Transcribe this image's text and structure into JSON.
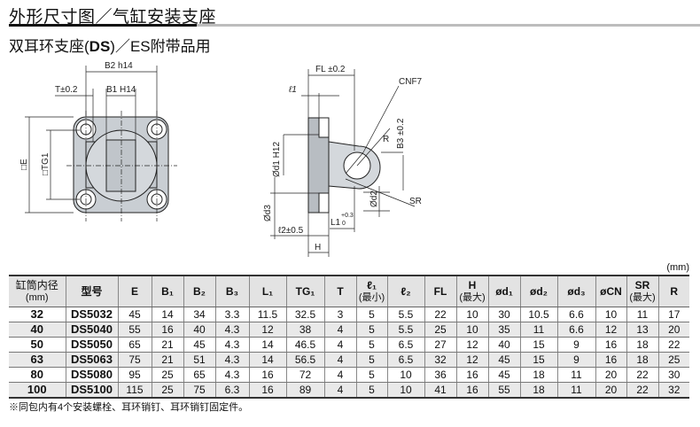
{
  "header": {
    "title": "外形尺寸图／气缸安装支座",
    "subtitle_prefix": "双耳环支座(",
    "subtitle_bold": "DS",
    "subtitle_suffix": ")／ES附带品用"
  },
  "drawing_front": {
    "b2": "B2 h14",
    "b1": "B1 H14",
    "t": "T±0.2",
    "e": "□E",
    "tg1": "□TG1"
  },
  "drawing_side": {
    "fl": "FL ±0.2",
    "l1": "ℓ1",
    "cnf7": "CNF7",
    "r": "R",
    "b3": "B3 ±0.2",
    "d1": "Ød1 H12",
    "d2": "Ød2",
    "d3": "Ød3",
    "sr": "SR",
    "l1tol": "L1",
    "l1tol_up": "+0.3",
    "l1tol_low": "0",
    "l2": "ℓ2±0.5",
    "h": "H"
  },
  "table": {
    "unit": "(mm)",
    "headers": [
      {
        "main": "缸筒内径",
        "sub": "(mm)"
      },
      {
        "main": "型号",
        "sub": ""
      },
      {
        "main": "E",
        "sub": ""
      },
      {
        "main": "B₁",
        "sub": ""
      },
      {
        "main": "B₂",
        "sub": ""
      },
      {
        "main": "B₃",
        "sub": ""
      },
      {
        "main": "L₁",
        "sub": ""
      },
      {
        "main": "TG₁",
        "sub": ""
      },
      {
        "main": "T",
        "sub": ""
      },
      {
        "main": "ℓ₁",
        "sub": "(最小)"
      },
      {
        "main": "ℓ₂",
        "sub": ""
      },
      {
        "main": "FL",
        "sub": ""
      },
      {
        "main": "H",
        "sub": "(最大)"
      },
      {
        "main": "ød₁",
        "sub": ""
      },
      {
        "main": "ød₂",
        "sub": ""
      },
      {
        "main": "ød₃",
        "sub": ""
      },
      {
        "main": "øCN",
        "sub": ""
      },
      {
        "main": "SR",
        "sub": "(最大)"
      },
      {
        "main": "R",
        "sub": ""
      }
    ],
    "rows": [
      [
        "32",
        "DS5032",
        "45",
        "14",
        "34",
        "3.3",
        "11.5",
        "32.5",
        "3",
        "5",
        "5.5",
        "22",
        "10",
        "30",
        "10.5",
        "6.6",
        "10",
        "11",
        "17"
      ],
      [
        "40",
        "DS5040",
        "55",
        "16",
        "40",
        "4.3",
        "12",
        "38",
        "4",
        "5",
        "5.5",
        "25",
        "10",
        "35",
        "11",
        "6.6",
        "12",
        "13",
        "20"
      ],
      [
        "50",
        "DS5050",
        "65",
        "21",
        "45",
        "4.3",
        "14",
        "46.5",
        "4",
        "5",
        "6.5",
        "27",
        "12",
        "40",
        "15",
        "9",
        "16",
        "18",
        "22"
      ],
      [
        "63",
        "DS5063",
        "75",
        "21",
        "51",
        "4.3",
        "14",
        "56.5",
        "4",
        "5",
        "6.5",
        "32",
        "12",
        "45",
        "15",
        "9",
        "16",
        "18",
        "25"
      ],
      [
        "80",
        "DS5080",
        "95",
        "25",
        "65",
        "4.3",
        "16",
        "72",
        "4",
        "5",
        "10",
        "36",
        "16",
        "45",
        "18",
        "11",
        "20",
        "22",
        "30"
      ],
      [
        "100",
        "DS5100",
        "115",
        "25",
        "75",
        "6.3",
        "16",
        "89",
        "4",
        "5",
        "10",
        "41",
        "16",
        "55",
        "18",
        "11",
        "20",
        "22",
        "32"
      ]
    ]
  },
  "footnote": "※同包内有4个安装螺栓、耳环销钉、耳环销钉固定件。"
}
